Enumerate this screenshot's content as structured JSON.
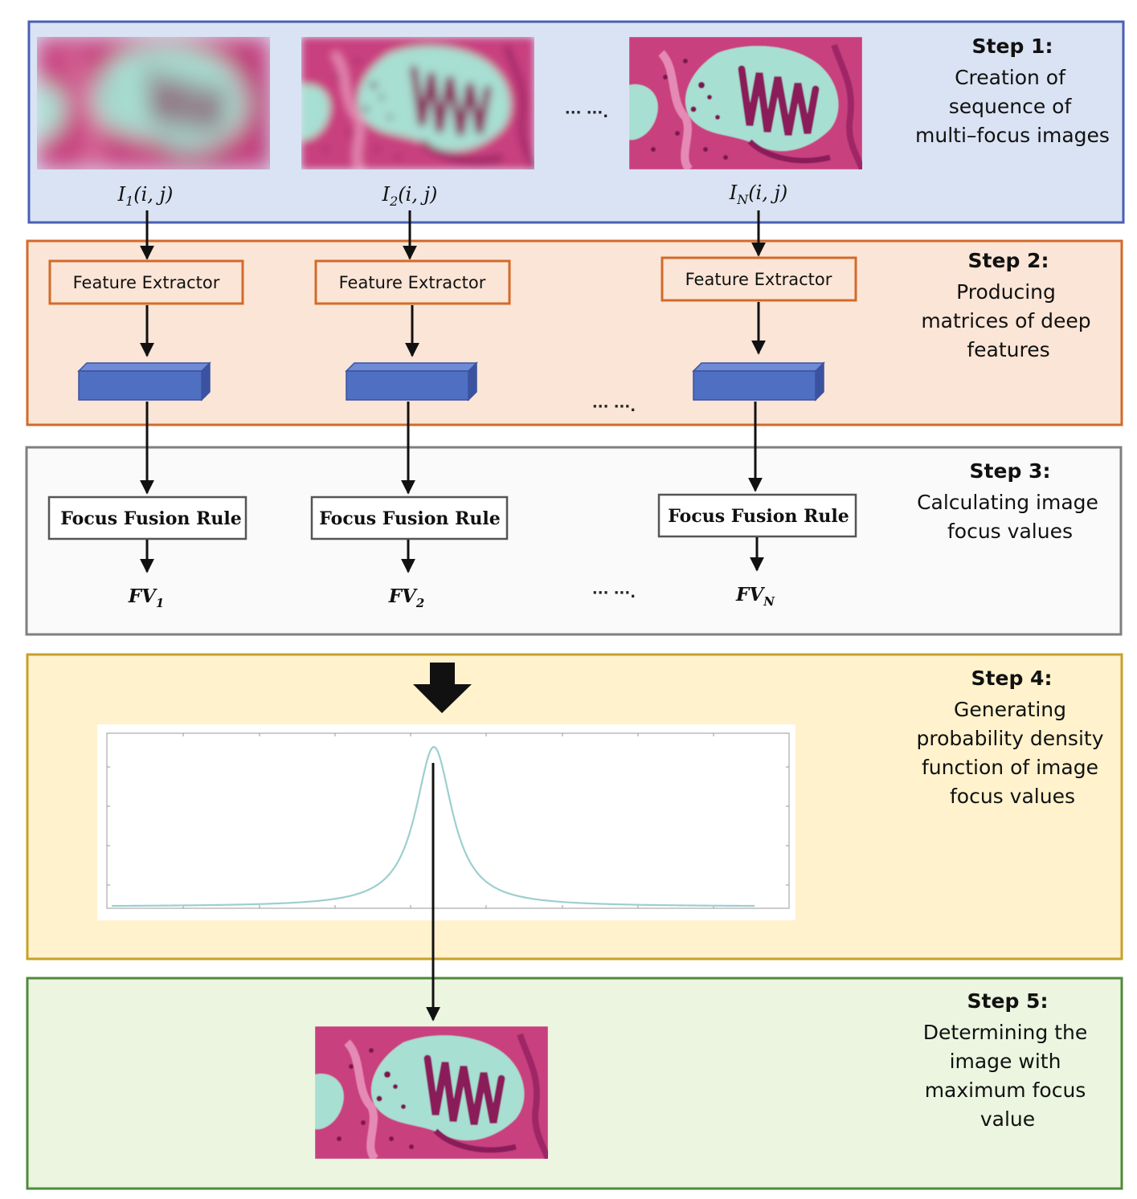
{
  "steps": [
    {
      "title": "Step 1:",
      "lines": [
        "Creation of",
        "sequence of",
        "multi–focus images"
      ]
    },
    {
      "title": "Step 2:",
      "lines": [
        "Producing",
        "matrices of deep",
        "features"
      ]
    },
    {
      "title": "Step 3:",
      "lines": [
        "Calculating image",
        "focus values"
      ]
    },
    {
      "title": "Step 4:",
      "lines": [
        "Generating",
        "probability density",
        "function of image",
        "focus values"
      ]
    },
    {
      "title": "Step 5:",
      "lines": [
        "Determining the",
        "image with",
        "maximum focus",
        "value"
      ]
    }
  ],
  "image_labels": [
    {
      "base": "I",
      "sub": "1",
      "args": "(i, j)"
    },
    {
      "base": "I",
      "sub": "2",
      "args": "(i, j)"
    },
    {
      "base": "I",
      "sub": "N",
      "args": "(i, j)"
    }
  ],
  "feature_extractor_label": "Feature Extractor",
  "focus_fusion_label": "Focus Fusion Rule",
  "focus_values": [
    {
      "base": "FV",
      "sub": "1"
    },
    {
      "base": "FV",
      "sub": "2"
    },
    {
      "base": "FV",
      "sub": "N"
    }
  ],
  "ellipsis": "··· ···.",
  "colors": {
    "step1_fill": "#dae3f3",
    "step1_border": "#4a5fb5",
    "step2_fill": "#fbe5d6",
    "step2_border": "#d26a2a",
    "step3_fill": "#fafafa",
    "step3_border": "#7f7f7f",
    "step4_fill": "#fff2cc",
    "step4_border": "#c7a02b",
    "step5_fill": "#ebf5e0",
    "step5_border": "#4f8a3a",
    "feature_block": "#4f6fc2",
    "curve": "#9ccfcf"
  }
}
